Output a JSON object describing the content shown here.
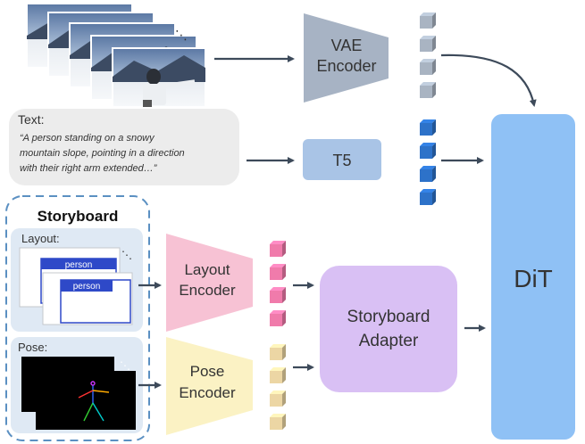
{
  "text_box": {
    "heading": "Text:",
    "lines": [
      "“A person standing on a snowy",
      "mountain slope, pointing in a direction",
      "with their right arm extended…”"
    ]
  },
  "vae": {
    "line1": "VAE",
    "line2": "Encoder"
  },
  "t5": {
    "label": "T5"
  },
  "dit": {
    "label": "DiT"
  },
  "storyboard": {
    "title": "Storyboard",
    "layout_label": "Layout:",
    "pose_label": "Pose:",
    "person_tag_back": "person",
    "person_tag_front": "person",
    "dots": "⋱"
  },
  "layout_encoder": {
    "line1": "Layout",
    "line2": "Encoder"
  },
  "pose_encoder": {
    "line1": "Pose",
    "line2": "Encoder"
  },
  "adapter": {
    "line1": "Storyboard",
    "line2": "Adapter"
  },
  "video_frames": {
    "dots": "⋱"
  },
  "colors": {
    "vae": "#a7b3c4",
    "t5": "#a9c4e6",
    "dit": "#8fc1f5",
    "layout_encoder": "#f7c2d4",
    "pose_encoder": "#fbf2c4",
    "adapter": "#d9c0f4",
    "storyboard_panel": "#dfe9f4",
    "text_box": "#ececec",
    "arrow": "#3d4a5a",
    "person_tag": "#2e49c8"
  }
}
